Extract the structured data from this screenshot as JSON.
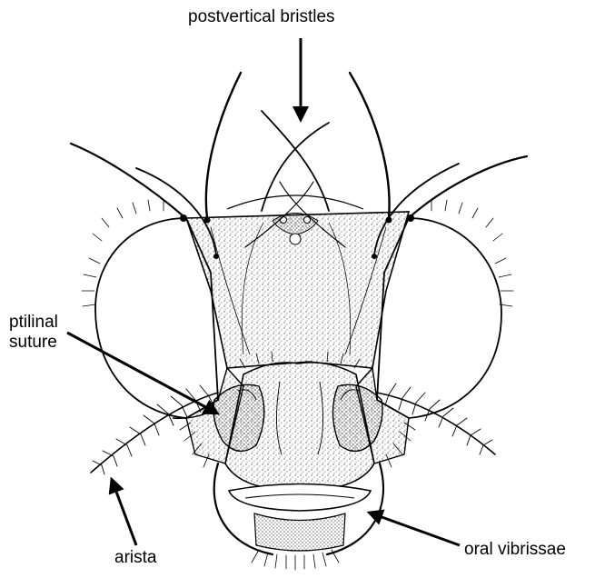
{
  "labels": {
    "postvertical": "postvertical bristles",
    "ptilinal_line1": "ptilinal",
    "ptilinal_line2": "suture",
    "arista": "arista",
    "oral": "oral vibrissae"
  },
  "colors": {
    "ink": "#000000",
    "paper": "#ffffff",
    "stipple": "#1a1a1a"
  },
  "icons": {
    "arrow": "arrow-icon"
  }
}
